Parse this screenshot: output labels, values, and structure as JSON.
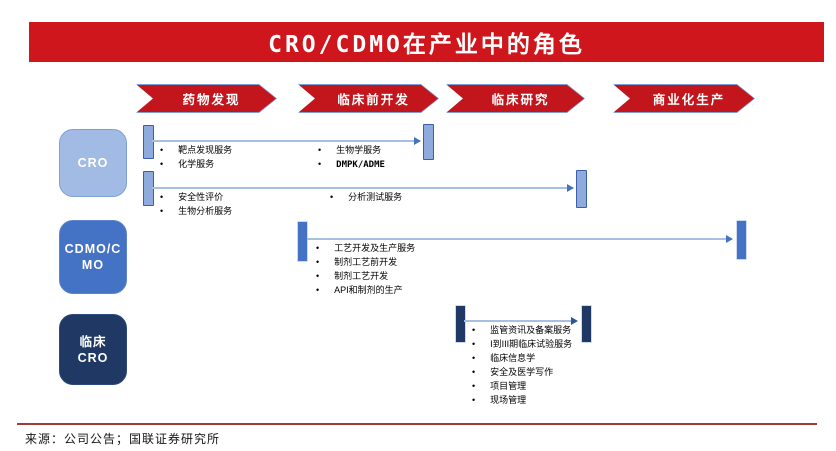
{
  "title": "CRO/CDMO在产业中的角色",
  "phases": [
    {
      "label": "药物发现"
    },
    {
      "label": "临床前开发"
    },
    {
      "label": "临床研究"
    },
    {
      "label": "商业化生产"
    }
  ],
  "entities": [
    {
      "label": "CRO"
    },
    {
      "label": "CDMO/C\nMO"
    },
    {
      "label": "临床\nCRO"
    }
  ],
  "rows": [
    {
      "entity": "CRO",
      "groups": [
        {
          "items": [
            "靶点发现服务",
            "化学服务"
          ]
        },
        {
          "items": [
            "生物学服务",
            "DMPK/ADME"
          ]
        }
      ]
    },
    {
      "entity": "CRO",
      "groups": [
        {
          "items": [
            "安全性评价",
            "生物分析服务"
          ]
        },
        {
          "items": [
            "分析测试服务"
          ]
        }
      ]
    },
    {
      "entity": "CDMO/CMO",
      "groups": [
        {
          "items": [
            "工艺开发及生产服务",
            "制剂工艺前开发",
            "制剂工艺开发",
            "API和制剂的生产"
          ]
        }
      ]
    },
    {
      "entity": "临床CRO",
      "groups": [
        {
          "items": [
            "监管资讯及备案服务",
            "I到III期临床试验服务",
            "临床信息学",
            "安全及医学写作",
            "项目管理",
            "现场管理"
          ]
        }
      ]
    }
  ],
  "source": "来源：公司公告；国联证券研究所",
  "colors": {
    "banner_red": "#ce161c",
    "arrow_red": "#c3161c",
    "light_blue": "#8faadc",
    "mid_blue": "#4472c4",
    "dark_navy": "#1f3864"
  }
}
